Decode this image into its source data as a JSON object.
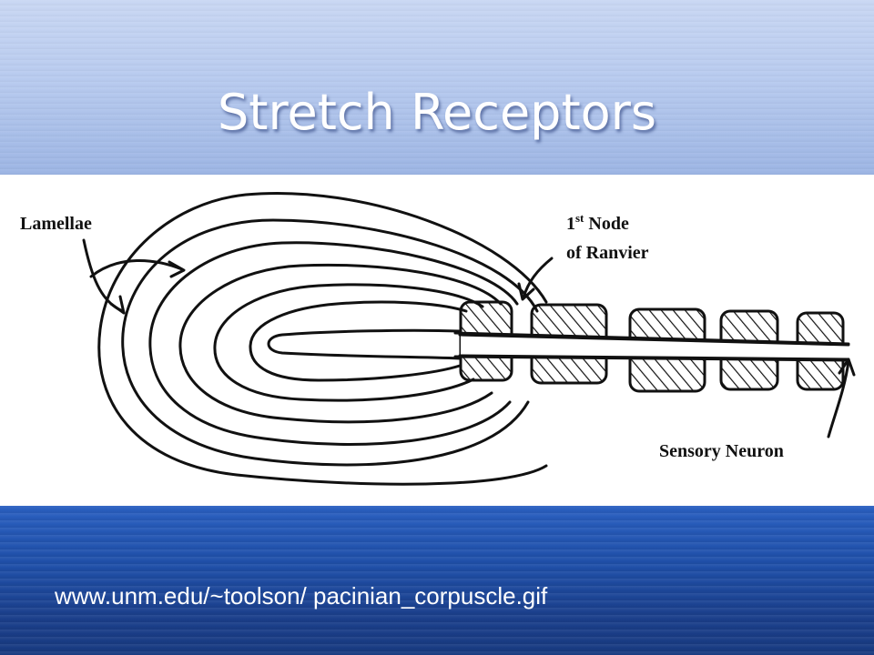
{
  "slide": {
    "title": "Stretch Receptors",
    "source_text": "www.unm.edu/~toolson/ pacinian_corpuscle.gif"
  },
  "diagram": {
    "labels": {
      "lamellae": "Lamellae",
      "node_line1_prefix": "1",
      "node_line1_sup": "st",
      "node_line1_suffix": " Node",
      "node_line2": "of Ranvier",
      "sensory_neuron": "Sensory Neuron"
    }
  },
  "colors": {
    "title_text": "#ffffff",
    "ink": "#111111",
    "band_top": "#b8cbef",
    "band_bottom": "#1f4fa8"
  }
}
